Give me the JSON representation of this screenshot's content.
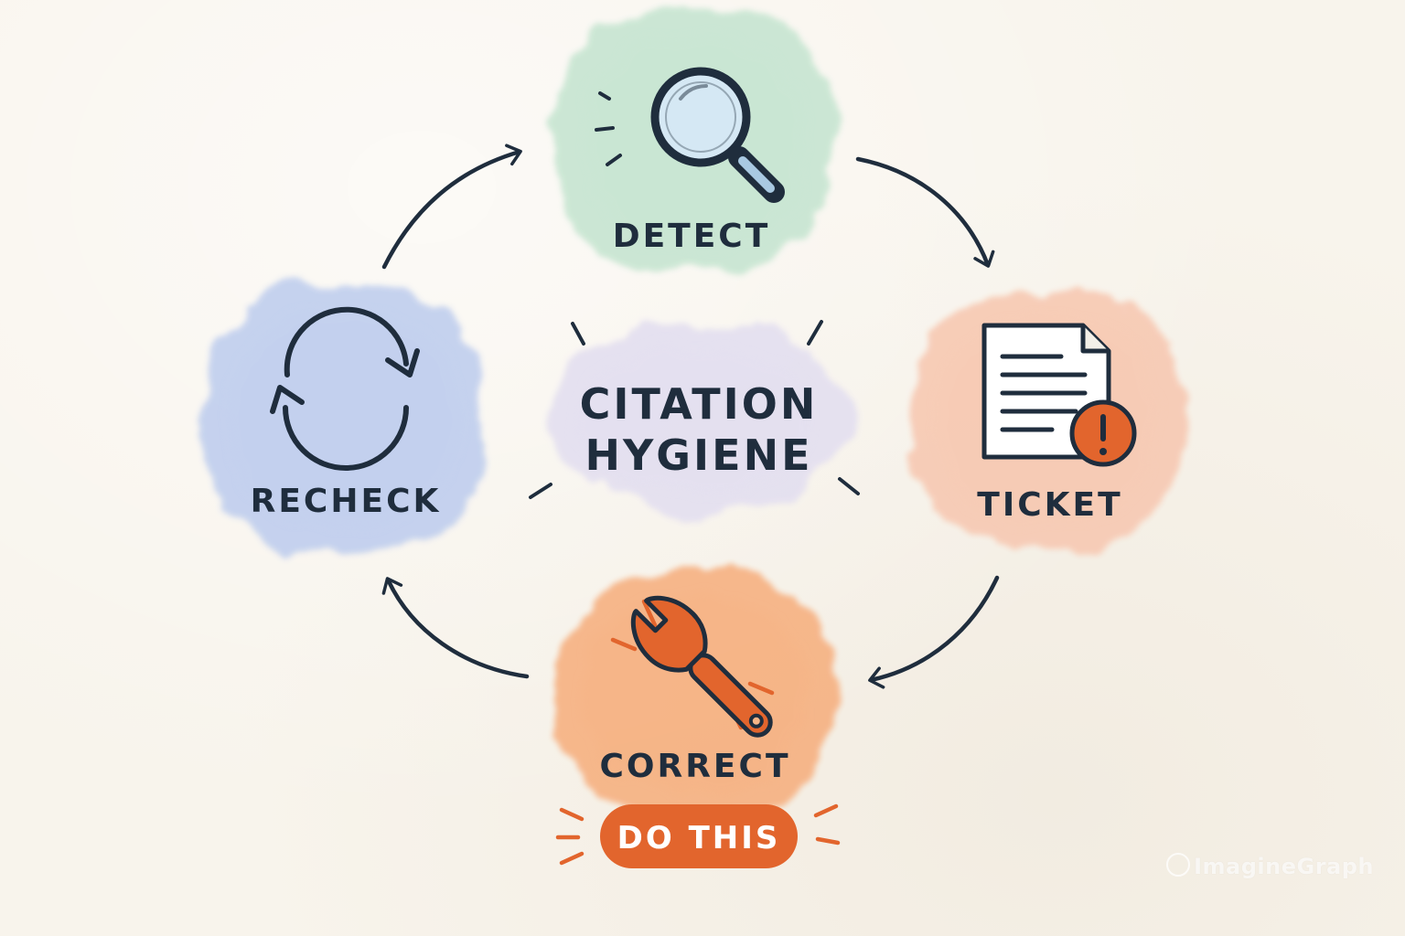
{
  "center": {
    "line1": "CITATION",
    "line2": "HYGIENE"
  },
  "nodes": {
    "detect": {
      "label": "DETECT",
      "icon": "magnifier-icon",
      "color": "#c9e6d3"
    },
    "ticket": {
      "label": "TICKET",
      "icon": "document-alert-icon",
      "color": "#f7cbb5"
    },
    "correct": {
      "label": "CORRECT",
      "icon": "wrench-icon",
      "color": "#f6b486"
    },
    "recheck": {
      "label": "RECHECK",
      "icon": "refresh-cycle-icon",
      "color": "#c3d0ee"
    }
  },
  "cta": {
    "label": "DO THIS",
    "color": "#e2652d"
  },
  "watermark": {
    "text": "ImagineGraph"
  },
  "colors": {
    "ink": "#1f2d3d",
    "accent": "#e2652d",
    "center_wash": "#e4e0f0",
    "background": "#f8f4ec"
  }
}
